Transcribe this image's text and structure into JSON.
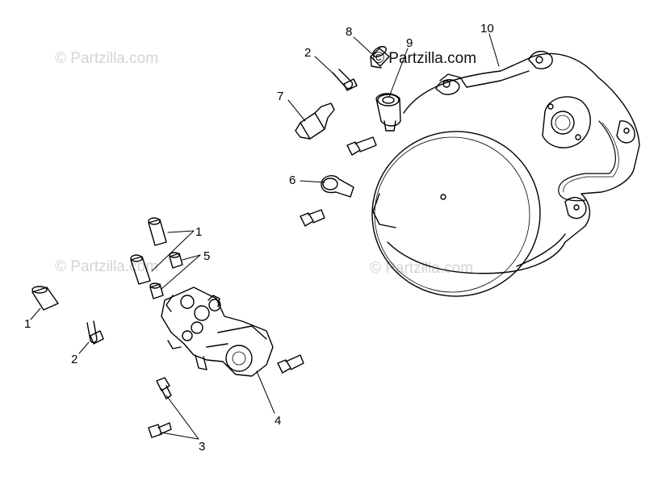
{
  "watermark": {
    "text": "© Partzilla.com"
  },
  "callouts": {
    "c1_top": "1",
    "c1_left": "1",
    "c2_top": "2",
    "c2_left": "2",
    "c3": "3",
    "c4": "4",
    "c5": "5",
    "c6": "6",
    "c7": "7",
    "c8": "8",
    "c9": "9",
    "c10": "10"
  }
}
